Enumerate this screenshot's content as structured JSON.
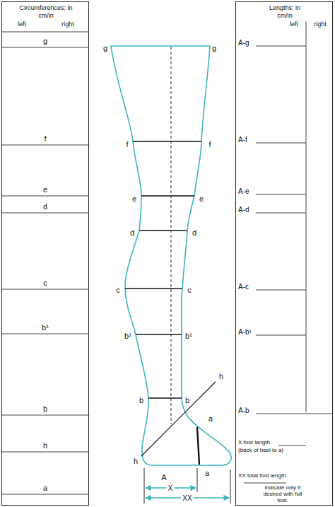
{
  "diagram": {
    "nodes": [
      {
        "text": [
          "Circumferences: in cm/in",
          "left",
          "right"
        ]
      },
      {
        "text": [
          "Lengths: in cm/in",
          "left",
          "right"
        ]
      }
    ],
    "labels": [
      "g",
      "f",
      "e",
      "d",
      "c",
      "b¹",
      "b",
      "h",
      "a",
      "A-g",
      "A-f",
      "A-e",
      "A-d",
      "A-c",
      "A-b¹",
      "A-b",
      "X foot length",
      "(back of heel to a)",
      "XX total foot length",
      "indicate only if desired with full foot.",
      "g",
      "g",
      "f",
      "f",
      "e",
      "e",
      "d",
      "d",
      "c",
      "c",
      "b¹",
      "b¹",
      "b",
      "b",
      "h",
      "h",
      "a",
      "a",
      "A",
      "X",
      "XX"
    ]
  }
}
